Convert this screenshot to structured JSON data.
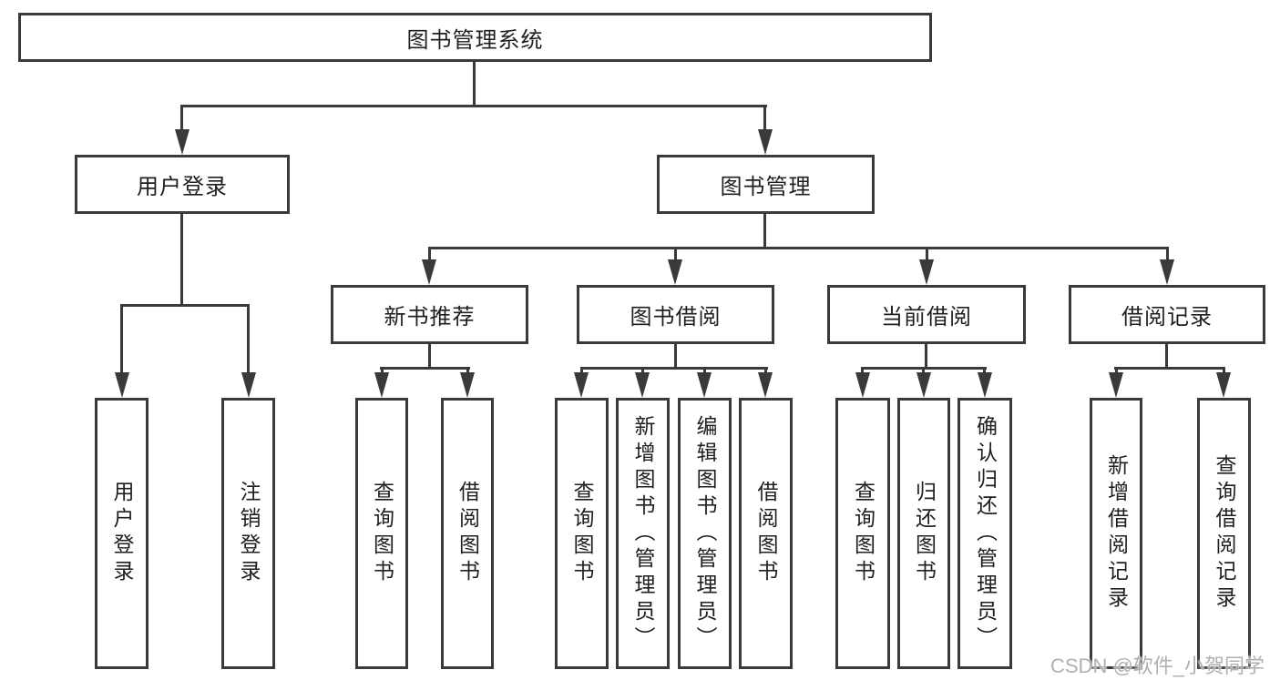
{
  "diagram": {
    "title": "图书管理系统",
    "user_login": {
      "label": "用户登录",
      "children": [
        "用户登录",
        "注销登录"
      ]
    },
    "book_management": {
      "label": "图书管理",
      "modules": [
        {
          "label": "新书推荐",
          "children": [
            "查询图书",
            "借阅图书"
          ]
        },
        {
          "label": "图书借阅",
          "children": [
            "查询图书",
            "新增图书（管理员）",
            "编辑图书（管理员）",
            "借阅图书"
          ]
        },
        {
          "label": "当前借阅",
          "children": [
            "查询图书",
            "归还图书",
            "确认归还（管理员）"
          ]
        },
        {
          "label": "借阅记录",
          "children": [
            "新增借阅记录",
            "查询借阅记录"
          ]
        }
      ]
    }
  },
  "colors": {
    "line": "#3a3a3a",
    "box_border": "#3a3a3a",
    "text": "#1f1f1f",
    "background": "#ffffff",
    "watermark": "#b0b0b0"
  },
  "watermark": "CSDN @软件_小贺同学"
}
